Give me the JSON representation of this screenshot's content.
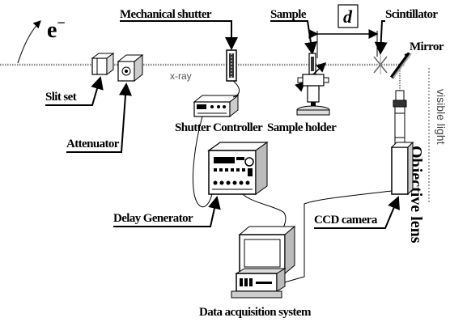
{
  "labels": {
    "electron": "e",
    "electron_sup": "−",
    "mechanical_shutter": "Mechanical shutter",
    "sample": "Sample",
    "distance": "d",
    "scintillator": "Scintillator",
    "mirror": "Mirror",
    "xray": "x-ray",
    "slit_set": "Slit set",
    "attenuator": "Attenuator",
    "shutter_controller": "Shutter Controller",
    "sample_holder": "Sample holder",
    "visible_light": "visible light",
    "objective_lens": "Objective lens",
    "delay_generator": "Delay Generator",
    "ccd_camera": "CCD camera",
    "data_acquisition_system": "Data acquisition system"
  }
}
